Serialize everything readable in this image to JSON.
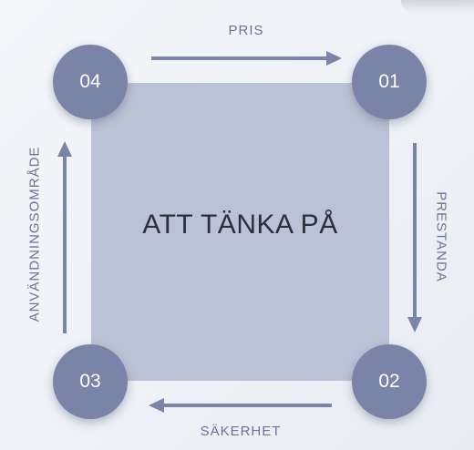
{
  "center": {
    "title": "ATT TÄNKA PÅ"
  },
  "nodes": {
    "n04": "04",
    "n01": "01",
    "n02": "02",
    "n03": "03"
  },
  "edges": {
    "top": "PRIS",
    "right": "PRESTANDA",
    "bottom": "SÄKERHET",
    "left": "ANVÄNDNINGSOMRÅDE"
  },
  "colors": {
    "node": "#7a83a8",
    "square": "#bcc2d6",
    "arrow": "#7a83a8",
    "label": "#6b7396",
    "title": "#2c2f3a"
  }
}
